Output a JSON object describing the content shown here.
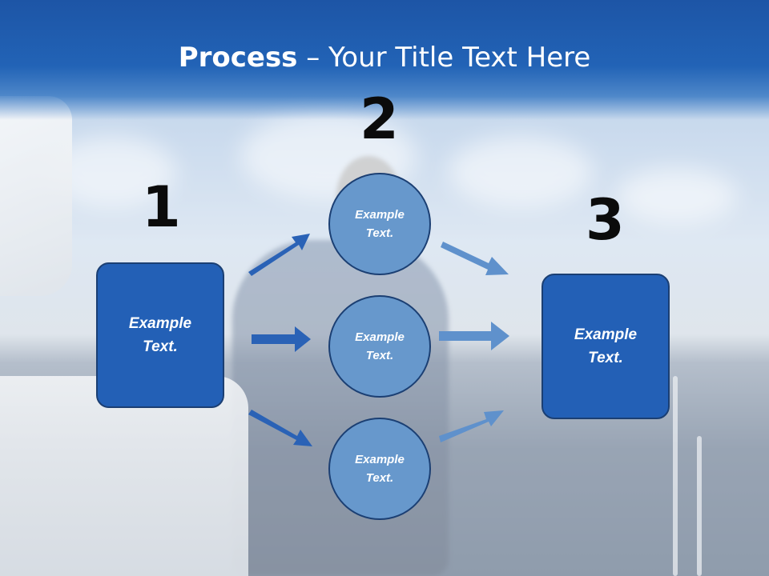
{
  "title": {
    "bold": "Process",
    "rest": " – Your Title Text Here"
  },
  "steps": [
    {
      "number": "1",
      "label": "Example Text."
    },
    {
      "number": "2",
      "items": [
        "Example Text.",
        "Example Text.",
        "Example Text."
      ]
    },
    {
      "number": "3",
      "label": "Example Text."
    }
  ],
  "colors": {
    "title_bar": "#2263b6",
    "box_fill": "#2360b6",
    "circle_fill": "#6798cc",
    "outline": "#1b3f73",
    "arrow_dark": "#2a62b6",
    "arrow_light": "#5f91cc"
  }
}
